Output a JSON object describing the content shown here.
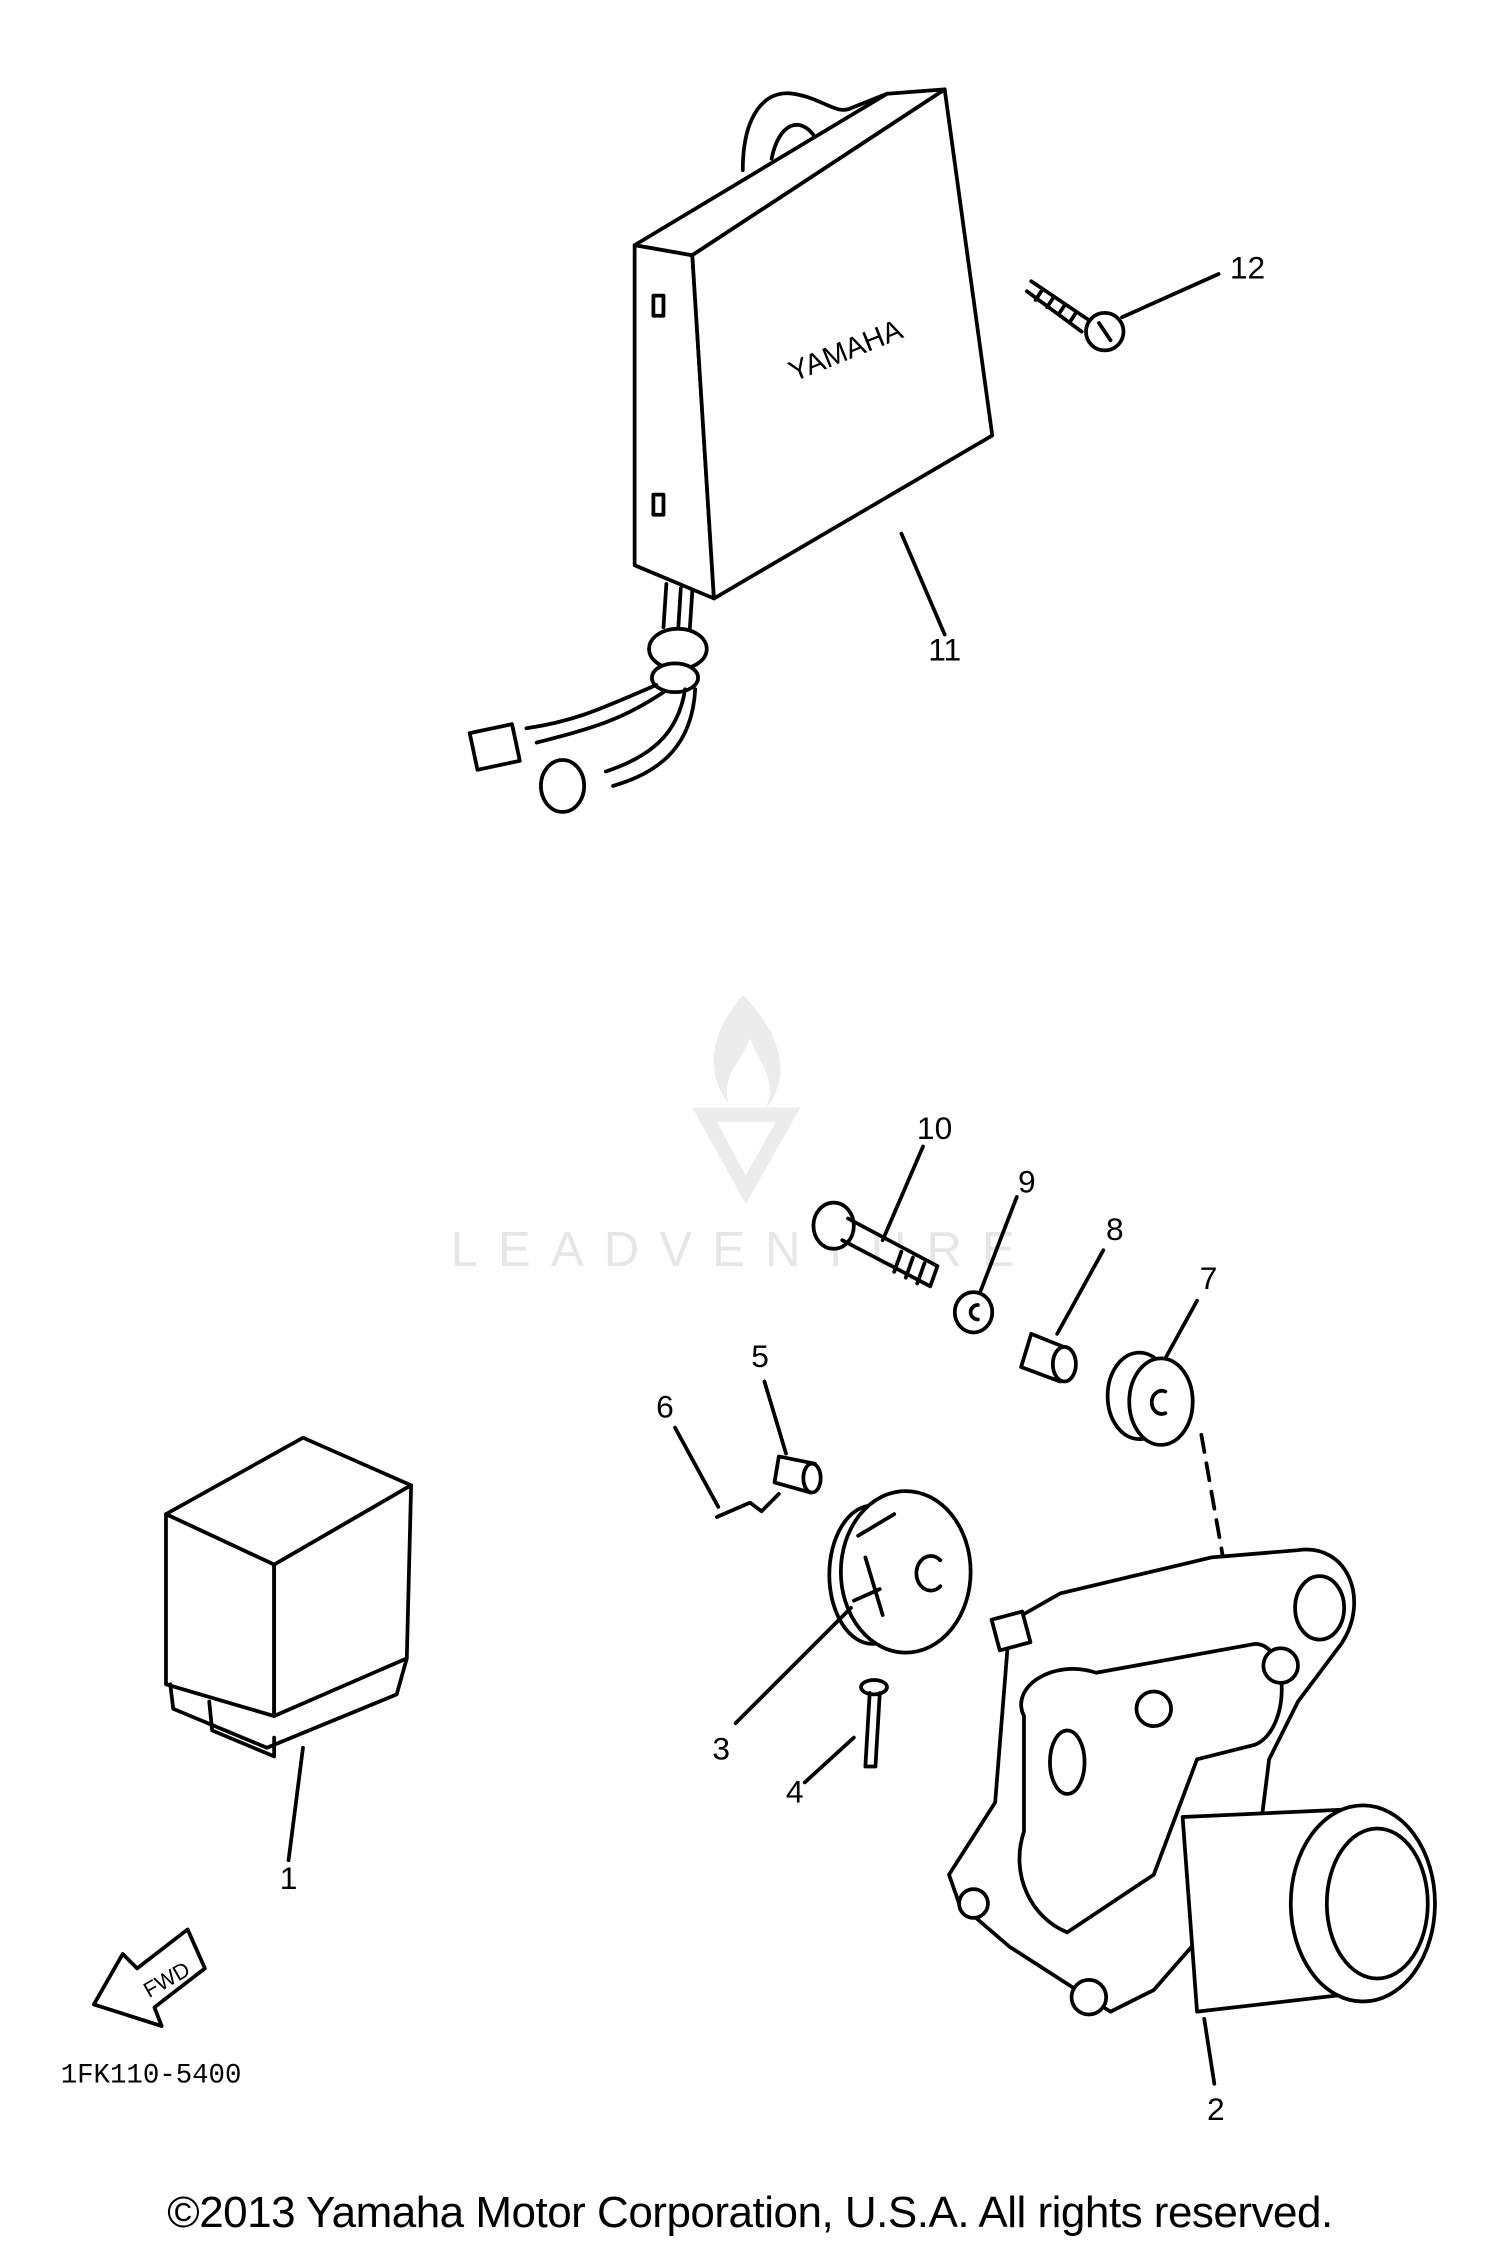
{
  "watermark": {
    "text": "LEADVENTURE",
    "color": "#e6e6e6"
  },
  "diagram_code": "1FK110-5400",
  "forward_marker": "FWD",
  "ecu_brand_marking": "YAMAHA",
  "callouts": [
    {
      "id": "1",
      "label": "1"
    },
    {
      "id": "2",
      "label": "2"
    },
    {
      "id": "3",
      "label": "3"
    },
    {
      "id": "4",
      "label": "4"
    },
    {
      "id": "5",
      "label": "5"
    },
    {
      "id": "6",
      "label": "6"
    },
    {
      "id": "7",
      "label": "7"
    },
    {
      "id": "8",
      "label": "8"
    },
    {
      "id": "9",
      "label": "9"
    },
    {
      "id": "10",
      "label": "10"
    },
    {
      "id": "11",
      "label": "11"
    },
    {
      "id": "12",
      "label": "12"
    }
  ],
  "copyright": "©2013 Yamaha Motor Corporation, U.S.A. All rights reserved."
}
